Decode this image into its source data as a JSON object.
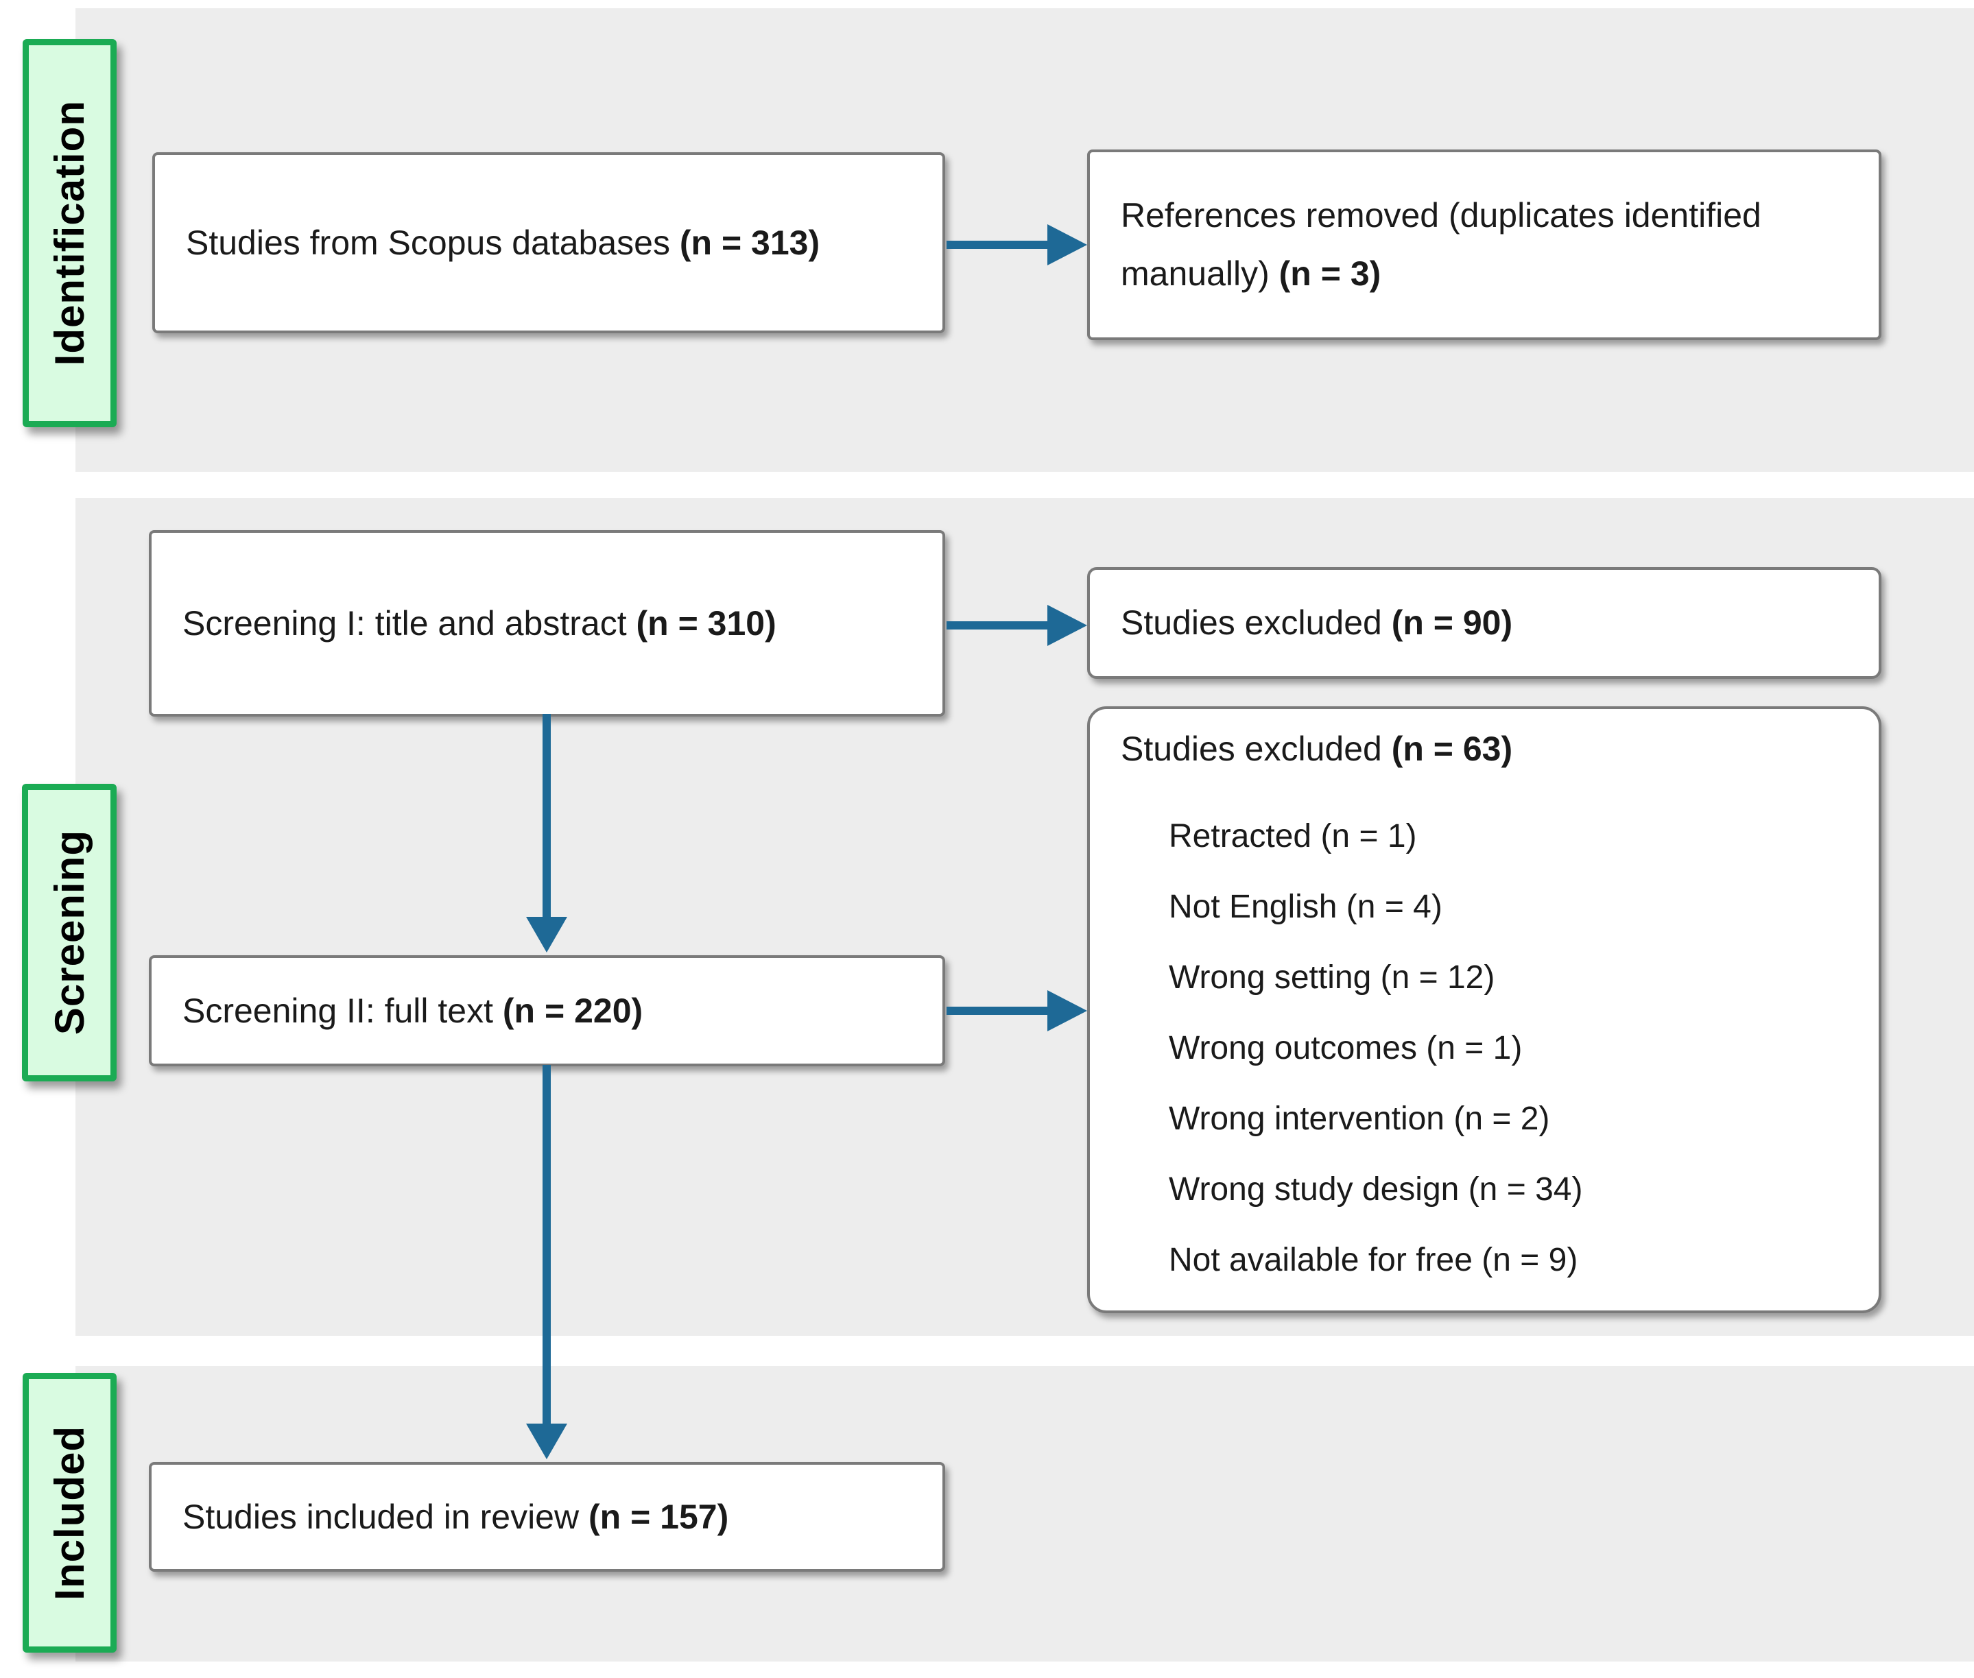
{
  "diagram": {
    "stages": [
      {
        "label": "Identification"
      },
      {
        "label": "Screening"
      },
      {
        "label": "Included"
      }
    ],
    "boxes": {
      "scopus": {
        "text": "Studies from Scopus databases ",
        "count": "(n = 313)"
      },
      "references_removed": {
        "text": "References removed (duplicates identified manually) ",
        "count": "(n = 3)"
      },
      "screening1": {
        "text": "Screening I: title and abstract ",
        "count": "(n = 310)"
      },
      "excluded90": {
        "text": "Studies excluded ",
        "count": "(n = 90)"
      },
      "excluded63": {
        "text": "Studies excluded ",
        "count": "(n = 63)",
        "reasons": [
          "Retracted (n = 1)",
          "Not English (n = 4)",
          "Wrong setting (n = 12)",
          "Wrong outcomes (n = 1)",
          "Wrong intervention (n = 2)",
          "Wrong study design (n = 34)",
          "Not available for free (n = 9)"
        ]
      },
      "screening2": {
        "text": "Screening II: full text ",
        "count": "(n = 220)"
      },
      "included": {
        "text": "Studies included in review ",
        "count": "(n = 157)"
      }
    },
    "colors": {
      "band_fill": "#ededed",
      "box_fill": "#ffffff",
      "box_border": "#7a7a7a",
      "stage_fill": "#d9fbe1",
      "stage_border": "#1bab54",
      "arrow": "#1e6996",
      "text": "#1a1a1a"
    }
  }
}
